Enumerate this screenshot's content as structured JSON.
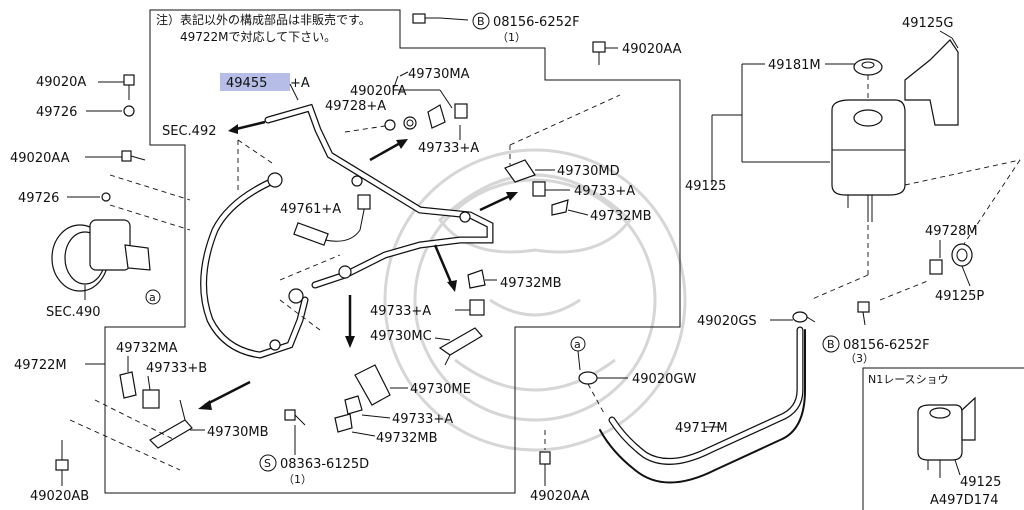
{
  "note": {
    "line1": "注）表記以外の構成部品は非販売です。",
    "line2": "49722Mで対応して下さい。"
  },
  "labels": {
    "p49020A": "49020A",
    "p49726a": "49726",
    "p49020AA_left": "49020AA",
    "p49726b": "49726",
    "sec490": "SEC.490",
    "sec492": "SEC.492",
    "p49455": "49455",
    "p49455_suffix": "+A",
    "p49728A": "49728+A",
    "p49020FA": "49020FA",
    "p49730MA": "49730MA",
    "p49733A_1": "49733+A",
    "p49761A": "49761+A",
    "p49730MD": "49730MD",
    "p49733A_2": "49733+A",
    "p49732MB_1": "49732MB",
    "p49732MB_2": "49732MB",
    "p49733A_3": "49733+A",
    "p49730MC": "49730MC",
    "p49730ME": "49730ME",
    "p49733A_4": "49733+A",
    "p49732MB_3": "49732MB",
    "p49732MA": "49732MA",
    "p49733B": "49733+B",
    "p49722M": "49722M",
    "p49730MB": "49730MB",
    "p08363": "08363-6125D",
    "p08363_qty": "（1）",
    "p49020AB": "49020AB",
    "p49020AA_bottom": "49020AA",
    "p49020AA_top": "49020AA",
    "p08156_top": "08156-6252F",
    "p08156_top_qty": "（1）",
    "p49181M": "49181M",
    "p49125G": "49125G",
    "p49125": "49125",
    "p49728M": "49728M",
    "p49125P": "49125P",
    "p49020GS": "49020GS",
    "p08156_bottom": "08156-6252F",
    "p08156_bottom_qty": "（3）",
    "p49020GW": "49020GW",
    "p49717M": "49717M",
    "n1_title": "N1レースショウ",
    "p49125_n1": "49125",
    "diagram_id": "A497D174",
    "circle_a": "a",
    "circle_B": "B",
    "circle_S": "S"
  },
  "colors": {
    "highlight": "#b6bde6",
    "ink": "#111111",
    "watermark": "#d6d6d6"
  }
}
